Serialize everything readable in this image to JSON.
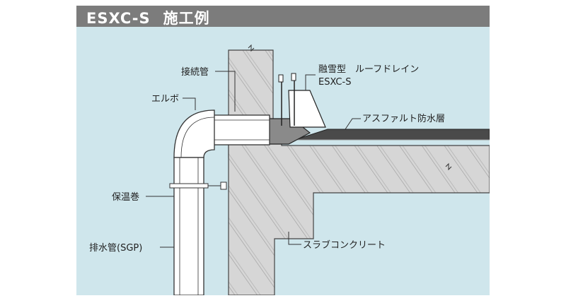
{
  "title": {
    "product": "ESXC-S",
    "subtitle": "施工例"
  },
  "labels": {
    "connection_pipe": "接続管",
    "elbow": "エルボ",
    "insulation": "保温巻",
    "drain_pipe": "排水管(SGP)",
    "roof_drain_line1": "融雪型　ルーフドレイン",
    "roof_drain_line2": "ESXC-S",
    "waterproof_layer": "アスファルト防水層",
    "slab": "スラブコンクリート"
  },
  "colors": {
    "background": "#cfe6ec",
    "title_bar": "#7c7c7c",
    "concrete": "#d6d6d6",
    "concrete_dark": "#c2c2c2",
    "pipe": "#ffffff",
    "line": "#333333"
  }
}
